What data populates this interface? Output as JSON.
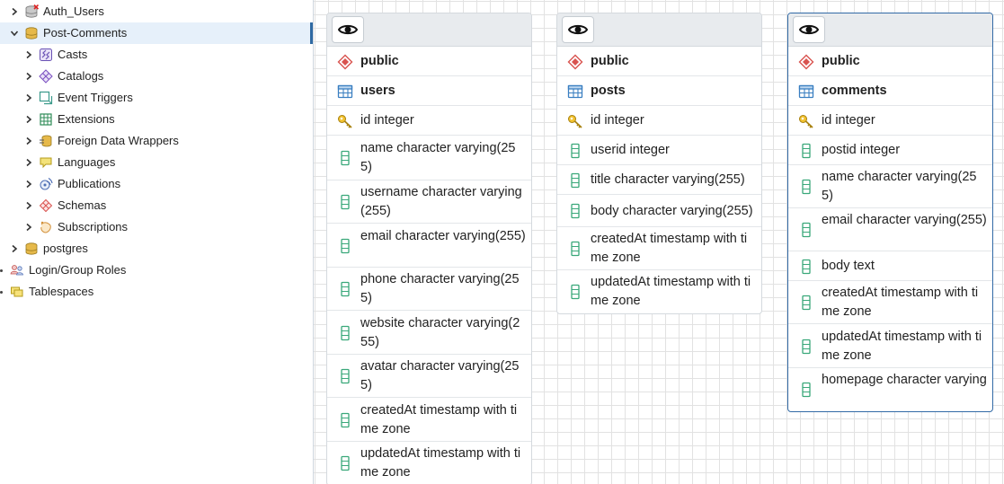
{
  "tree": {
    "items": [
      {
        "label": "Auth_Users",
        "icon": "database-disconnected-icon",
        "expanded": false
      },
      {
        "label": "Post-Comments",
        "icon": "database-icon",
        "expanded": true,
        "selected": true
      },
      {
        "label": "Casts",
        "icon": "casts-icon",
        "expanded": false
      },
      {
        "label": "Catalogs",
        "icon": "catalogs-icon",
        "expanded": false
      },
      {
        "label": "Event Triggers",
        "icon": "event-triggers-icon",
        "expanded": false
      },
      {
        "label": "Extensions",
        "icon": "extensions-icon",
        "expanded": false
      },
      {
        "label": "Foreign Data Wrappers",
        "icon": "foreign-data-wrappers-icon",
        "expanded": false
      },
      {
        "label": "Languages",
        "icon": "languages-icon",
        "expanded": false
      },
      {
        "label": "Publications",
        "icon": "publications-icon",
        "expanded": false
      },
      {
        "label": "Schemas",
        "icon": "schemas-icon",
        "expanded": false
      },
      {
        "label": "Subscriptions",
        "icon": "subscriptions-icon",
        "expanded": false
      },
      {
        "label": "postgres",
        "icon": "database-icon",
        "expanded": false
      },
      {
        "label": "Login/Group Roles",
        "icon": "login-group-roles-icon"
      },
      {
        "label": "Tablespaces",
        "icon": "tablespaces-icon"
      }
    ]
  },
  "erd": {
    "entities": [
      {
        "schema": "public",
        "table": "users",
        "selected": false,
        "columns": [
          {
            "text": "id integer",
            "key": true
          },
          {
            "text": "name character varying(255)"
          },
          {
            "text": "username character varying(255)"
          },
          {
            "text": "email character varying(255)"
          },
          {
            "text": "phone character varying(255)"
          },
          {
            "text": "website character varying(255)"
          },
          {
            "text": "avatar character varying(255)"
          },
          {
            "text": "createdAt timestamp with time zone"
          },
          {
            "text": "updatedAt timestamp with time zone"
          }
        ]
      },
      {
        "schema": "public",
        "table": "posts",
        "selected": false,
        "columns": [
          {
            "text": "id integer",
            "key": true
          },
          {
            "text": "userid integer"
          },
          {
            "text": "title character varying(255)"
          },
          {
            "text": "body character varying(255)"
          },
          {
            "text": "createdAt timestamp with time zone"
          },
          {
            "text": "updatedAt timestamp with time zone"
          }
        ]
      },
      {
        "schema": "public",
        "table": "comments",
        "selected": true,
        "columns": [
          {
            "text": "id integer",
            "key": true
          },
          {
            "text": "postid integer"
          },
          {
            "text": "name character varying(255)"
          },
          {
            "text": "email character varying(255)"
          },
          {
            "text": "body text"
          },
          {
            "text": "createdAt timestamp with time zone"
          },
          {
            "text": "updatedAt timestamp with time zone"
          },
          {
            "text": "homepage character varying"
          }
        ]
      }
    ]
  },
  "colors": {
    "selection_bg": "#e6f0fa",
    "selection_accent": "#2f6aa3",
    "entity_header": "#e8ebee",
    "column_icon": "#3aa87a",
    "schema_icon": "#d9534f",
    "key_icon": "#e0a800",
    "table_icon": "#3a7fc1"
  }
}
